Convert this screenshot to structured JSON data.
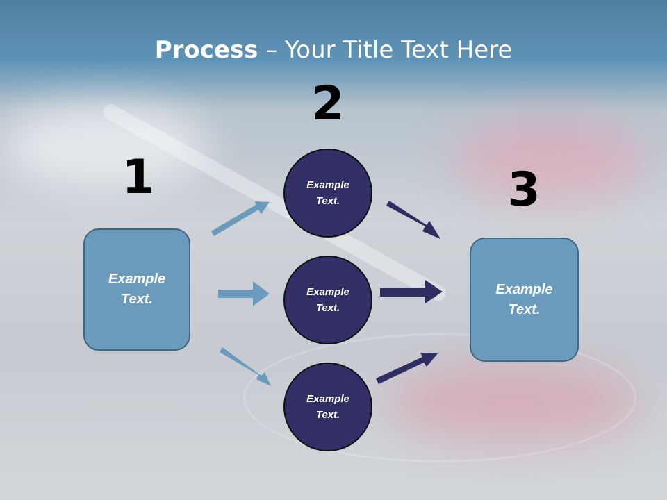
{
  "title": {
    "bold": "Process",
    "rest": " – Your Title Text Here"
  },
  "steps": [
    {
      "number": "1",
      "label": "Example\nText."
    },
    {
      "number": "2",
      "labels": [
        "Example\nText.",
        "Example\nText.",
        "Example\nText."
      ]
    },
    {
      "number": "3",
      "label": "Example\nText."
    }
  ],
  "colors": {
    "box": "#6a9bbc",
    "circle": "#312f66",
    "light_arrow": "#6a9bbc",
    "dark_arrow": "#2f2e63"
  }
}
